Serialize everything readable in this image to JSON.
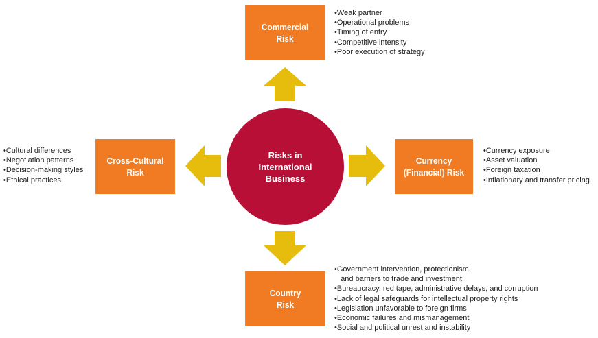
{
  "center": {
    "label": "Risks in\nInternational\nBusiness"
  },
  "colors": {
    "box": "#f07b22",
    "center": "#b80f36",
    "arrow": "#e6bd0c"
  },
  "risks": {
    "commercial": {
      "label": "Commercial\nRisk",
      "items": [
        "Weak partner",
        "Operational problems",
        "Timing of entry",
        "Competitive intensity",
        "Poor execution of strategy"
      ]
    },
    "cross_cultural": {
      "label": "Cross-Cultural\nRisk",
      "items": [
        "Cultural differences",
        "Negotiation patterns",
        "Decision-making styles",
        "Ethical practices"
      ]
    },
    "currency": {
      "label": "Currency\n(Financial) Risk",
      "items": [
        "Currency exposure",
        "Asset valuation",
        "Foreign taxation",
        "Inflationary and transfer pricing"
      ]
    },
    "country": {
      "label": "Country\nRisk",
      "items": [
        "Government intervention, protectionism,",
        "and barriers to trade and investment",
        "Bureaucracy, red tape, administrative delays, and corruption",
        "Lack of legal safeguards for intellectual property rights",
        "Legislation unfavorable to foreign firms",
        "Economic failures and mismanagement",
        "Social and political unrest and instability"
      ]
    }
  }
}
